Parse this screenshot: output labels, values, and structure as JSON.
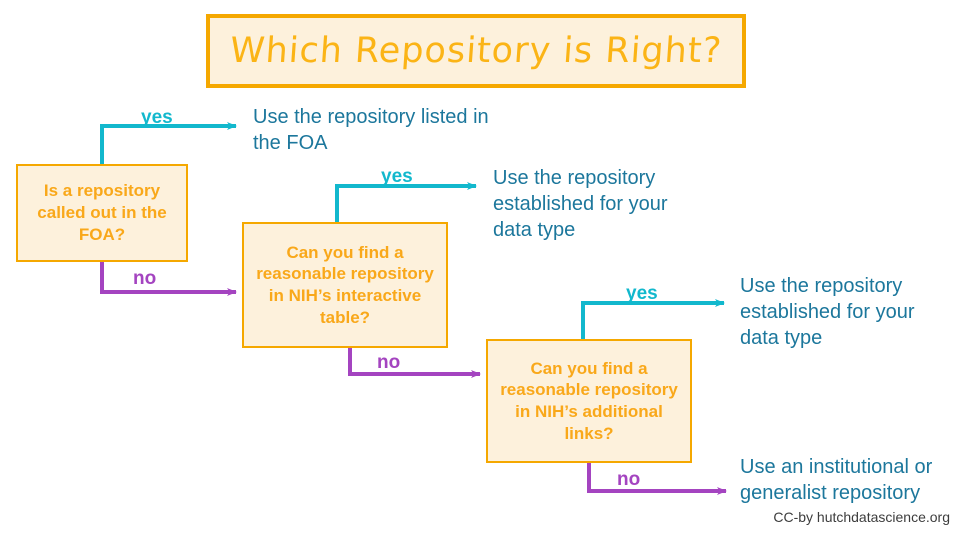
{
  "title": {
    "text": "Which Repository is Right?"
  },
  "colors": {
    "accent_orange": "#f9a81a",
    "box_border": "#f5a800",
    "box_fill": "#fdf1dc",
    "yes_cyan": "#12b8cd",
    "no_purple": "#a444c0",
    "outcome_teal": "#1c779c",
    "footer_gray": "#3d3d3d",
    "background": "#ffffff"
  },
  "nodes": [
    {
      "id": "node1",
      "label": "Is a repository called out in the FOA?"
    },
    {
      "id": "node2",
      "label": "Can you find a reasonable repository in NIH’s interactive table?"
    },
    {
      "id": "node3",
      "label": "Can you find a reasonable repository in NIH’s additional links?"
    }
  ],
  "outcomes": [
    {
      "id": "out1",
      "text": "Use the repository listed in the FOA"
    },
    {
      "id": "out2",
      "text": "Use the repository established for your data type"
    },
    {
      "id": "out3",
      "text": "Use the repository established for your data type"
    },
    {
      "id": "out4",
      "text": "Use an institutional or generalist repository"
    }
  ],
  "edges": [
    {
      "id": "yes1",
      "label": "yes",
      "branch": "yes",
      "from": "node1",
      "to": "out1"
    },
    {
      "id": "no1",
      "label": "no",
      "branch": "no",
      "from": "node1",
      "to": "node2"
    },
    {
      "id": "yes2",
      "label": "yes",
      "branch": "yes",
      "from": "node2",
      "to": "out2"
    },
    {
      "id": "no2",
      "label": "no",
      "branch": "no",
      "from": "node2",
      "to": "node3"
    },
    {
      "id": "yes3",
      "label": "yes",
      "branch": "yes",
      "from": "node3",
      "to": "out3"
    },
    {
      "id": "no3",
      "label": "no",
      "branch": "no",
      "from": "node3",
      "to": "out4"
    }
  ],
  "footer": {
    "credit": "CC-by hutchdatascience.org"
  }
}
